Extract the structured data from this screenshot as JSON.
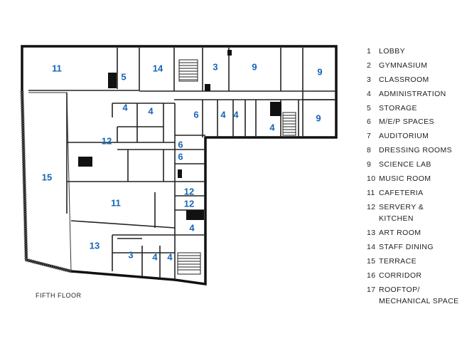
{
  "floor_label": "FIFTH FLOOR",
  "colors": {
    "room_number": "#1565b8",
    "walls": "#111111"
  },
  "rooms": [
    {
      "id": "cafeteria-nw",
      "label": "11"
    },
    {
      "id": "storage-nw",
      "label": "5"
    },
    {
      "id": "staff-dining",
      "label": "14"
    },
    {
      "id": "classroom-north",
      "label": "3"
    },
    {
      "id": "science-lab-north",
      "label": "9"
    },
    {
      "id": "science-lab-ne",
      "label": "9"
    },
    {
      "id": "science-lab-east",
      "label": "9"
    },
    {
      "id": "admin-a",
      "label": "4"
    },
    {
      "id": "admin-b",
      "label": "4"
    },
    {
      "id": "mep-a",
      "label": "6"
    },
    {
      "id": "admin-c",
      "label": "4"
    },
    {
      "id": "admin-d",
      "label": "4"
    },
    {
      "id": "admin-e",
      "label": "4"
    },
    {
      "id": "servery-kitchen-north",
      "label": "12"
    },
    {
      "id": "mep-b",
      "label": "6"
    },
    {
      "id": "mep-c",
      "label": "6"
    },
    {
      "id": "terrace",
      "label": "15"
    },
    {
      "id": "servery-kitchen-a",
      "label": "12"
    },
    {
      "id": "cafeteria-main",
      "label": "11"
    },
    {
      "id": "servery-kitchen-b",
      "label": "12"
    },
    {
      "id": "admin-f",
      "label": "4"
    },
    {
      "id": "art-room",
      "label": "13"
    },
    {
      "id": "classroom-south",
      "label": "3"
    },
    {
      "id": "admin-g",
      "label": "4"
    },
    {
      "id": "admin-h",
      "label": "4"
    }
  ],
  "legend": [
    {
      "num": "1",
      "label": "LOBBY"
    },
    {
      "num": "2",
      "label": "GYMNASIUM"
    },
    {
      "num": "3",
      "label": "CLASSROOM"
    },
    {
      "num": "4",
      "label": "ADMINISTRATION"
    },
    {
      "num": "5",
      "label": "STORAGE"
    },
    {
      "num": "6",
      "label": "M/E/P SPACES"
    },
    {
      "num": "7",
      "label": "AUDITORIUM"
    },
    {
      "num": "8",
      "label": "DRESSING ROOMS"
    },
    {
      "num": "9",
      "label": "SCIENCE LAB"
    },
    {
      "num": "10",
      "label": "MUSIC ROOM"
    },
    {
      "num": "11",
      "label": "CAFETERIA"
    },
    {
      "num": "12",
      "label": "SERVERY & KITCHEN"
    },
    {
      "num": "13",
      "label": "ART ROOM"
    },
    {
      "num": "14",
      "label": "STAFF DINING"
    },
    {
      "num": "15",
      "label": "TERRACE"
    },
    {
      "num": "16",
      "label": "CORRIDOR"
    },
    {
      "num": "17",
      "label": "ROOFTOP/ MECHANICAL SPACE"
    }
  ]
}
